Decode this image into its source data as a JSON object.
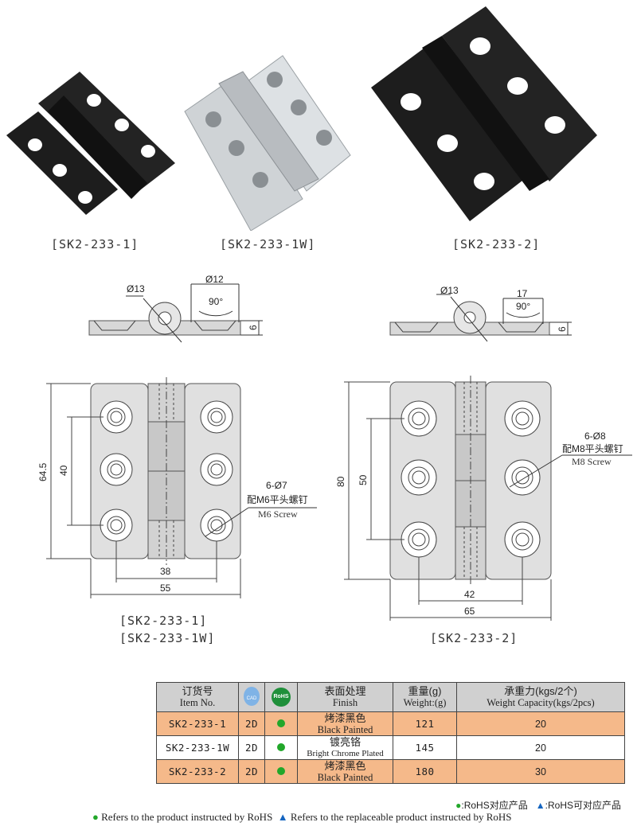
{
  "products": {
    "captions": [
      "[SK2-233-1]",
      "[SK2-233-1W]",
      "[SK2-233-2]"
    ]
  },
  "side_views": {
    "left": {
      "pin_dia": "Ø13",
      "hole_dia": "Ø12",
      "angle": "90°",
      "thickness": "6"
    },
    "right": {
      "pin_dia": "Ø13",
      "hole_dia": "17",
      "angle": "90°",
      "thickness": "6"
    }
  },
  "front_views": {
    "left": {
      "height": "64.5",
      "hole_pitch": "40",
      "hole_spacing": "38",
      "width": "55",
      "callout_qty": "6-Ø7",
      "callout_cn": "配M6平头螺钉",
      "callout_en": "M6 Screw",
      "captions": [
        "[SK2-233-1]",
        "[SK2-233-1W]"
      ]
    },
    "right": {
      "height": "80",
      "hole_pitch": "50",
      "hole_spacing": "42",
      "width": "65",
      "callout_qty": "6-Ø8",
      "callout_cn": "配M8平头螺钉",
      "callout_en": "M8 Screw",
      "captions": [
        "[SK2-233-2]"
      ]
    }
  },
  "table": {
    "headers": {
      "item_cn": "订货号",
      "item_en": "Item No.",
      "cad_label": "CAD",
      "rohs_label": "RoHS",
      "finish_cn": "表面处理",
      "finish_en": "Finish",
      "weight_cn": "重量(g)",
      "weight_en": "Weight:(g)",
      "capacity_cn": "承重力(kgs/2个)",
      "capacity_en": "Weight Capacity(kgs/2pcs)"
    },
    "rows": [
      {
        "item": "SK2-233-1",
        "cad": "2D",
        "finish_cn": "烤漆黑色",
        "finish_en": "Black Painted",
        "weight": "121",
        "capacity": "20"
      },
      {
        "item": "SK2-233-1W",
        "cad": "2D",
        "finish_cn": "镀亮铬",
        "finish_en": "Bright Chrome Plated",
        "weight": "145",
        "capacity": "20"
      },
      {
        "item": "SK2-233-2",
        "cad": "2D",
        "finish_cn": "烤漆黑色",
        "finish_en": "Black Painted",
        "weight": "180",
        "capacity": "30"
      }
    ]
  },
  "legend": {
    "cn_rohs": ":RoHS对应产品",
    "cn_replaceable": ":RoHS可对应产品",
    "en_rohs": "Refers to the product instructed by RoHS",
    "en_replaceable": "Refers to the replaceable product instructed by RoHS"
  },
  "colors": {
    "rohs_green": "#22a72a",
    "row_orange": "#f5b98a",
    "header_gray": "#d0d0d0",
    "triangle_blue": "#1565c0"
  }
}
